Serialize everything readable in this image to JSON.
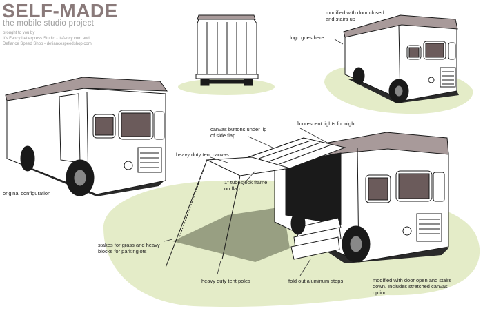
{
  "header": {
    "title": "SELF-MADE",
    "subtitle": "the mobile studio project",
    "credits": [
      "brought to you by",
      "It's Fancy Letterpress Studio - itsfancy.com and",
      "Defiance Speed Shop - defiancespeedshop.com"
    ]
  },
  "colors": {
    "grass": "#e4ecc8",
    "roof": "#a89a9a",
    "outline": "#1a1a1a",
    "shadow": "#2a2a2a"
  },
  "labels": {
    "top_right_truck": "modified with door closed and stairs up",
    "logo": "logo goes here",
    "original": "original configuration",
    "canvas_buttons": "canvas buttons under lip of side flap",
    "fluorescent": "flourescent lights for night",
    "tent_canvas": "heavy duty tent canvas",
    "tubestock": "1\" tubestock frame on flap",
    "stakes": "stakes for grass and heavy blocks for parkinglots",
    "tent_poles": "heavy duty tent poles",
    "steps": "fold out aluminum steps",
    "open_config": "modified with door open and stairs down. Includes stretched canvas option"
  }
}
